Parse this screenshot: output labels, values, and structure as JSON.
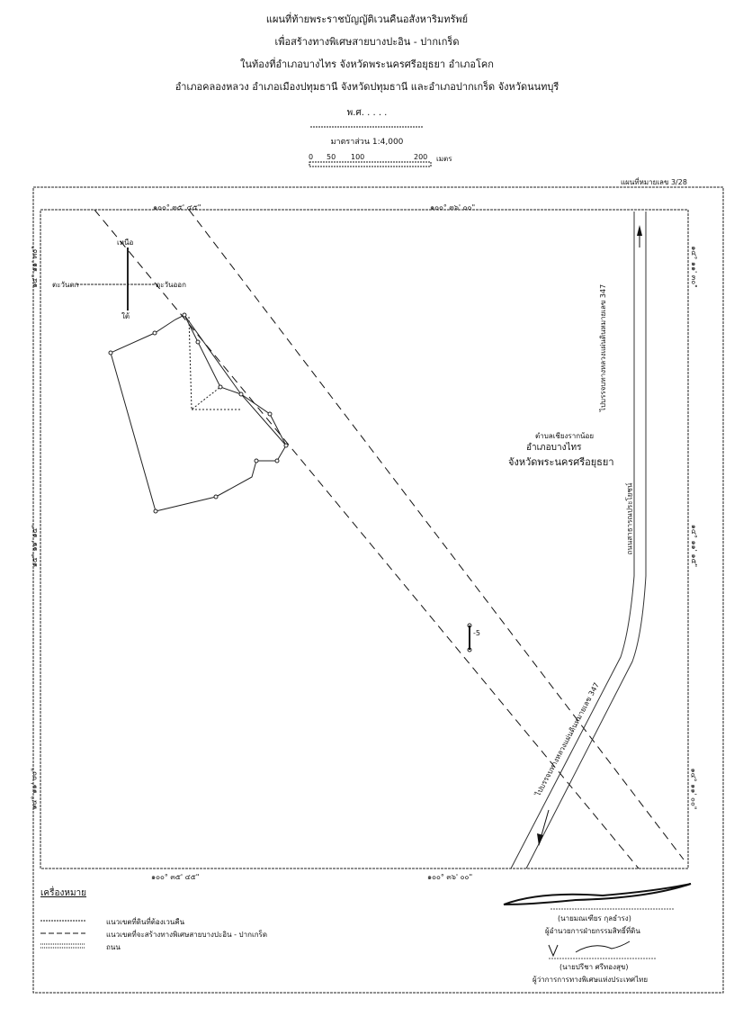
{
  "header": {
    "line1": "แผนที่ท้ายพระราชบัญญัติเวนคืนอสังหาริมทรัพย์",
    "line2": "เพื่อสร้างทางพิเศษสายบางปะอิน - ปากเกร็ด",
    "line3": "ในท้องที่อำเภอบางไทร จังหวัดพระนครศรีอยุธยา อำเภอโคก",
    "line4": "อำเภอคลองหลวง อำเภอเมืองปทุมธานี จังหวัดปทุมธานี และอำเภอปากเกร็ด จังหวัดนนทบุรี",
    "year": "พ.ศ. . . . .",
    "scale": "มาตราส่วน 1:4,000",
    "scalebar": {
      "t0": "0",
      "t1": "50",
      "t2": "100",
      "t3": "200",
      "unit": "เมตร"
    },
    "sheet": "แผนที่หมายเลข 3/28"
  },
  "map": {
    "top_coords": [
      "๑๐๐° ๓๕' ๔๕\"",
      "๑๐๐° ๓๖' ๐๐\""
    ],
    "bottom_coords": [
      "๑๐๐° ๓๕' ๔๕\"",
      "๑๐๐° ๓๖' ๐๐\""
    ],
    "left_coords": [
      "๑๔° ๑๑' ๓๐\"",
      "๑๔° ๑๑' ๑๕\"",
      "๑๔° ๑๑' ๐๐\""
    ],
    "right_coords": [
      "๑๔° ๑๑' ๓๐\"",
      "๑๔° ๑๑' ๑๕\"",
      "๑๔° ๑๑' ๐๐\""
    ],
    "compass": {
      "n": "เหนือ",
      "s": "ใต้",
      "w": "ตะวันตก",
      "e": "ตะวันออก"
    },
    "area": {
      "sub": "ตำบลเชียงรากน้อย",
      "district": "อำเภอบางไทร",
      "province": "จังหวัดพระนครศรีอยุธยา"
    },
    "road_label_1": "ไปบรรจบทางหลวงแผ่นดินหมายเลข 347",
    "road_label_2": "ถนนสาธารณประโยชน์",
    "road_label_3": "ไปบรรจบทางหลวงแผ่นดินหมายเลข 347",
    "point": "-5"
  },
  "legend": {
    "title": "เครื่องหมาย",
    "items": [
      "แนวเขตที่ดินที่ต้องเวนคืน",
      "แนวเขตที่จะสร้างทางพิเศษสายบางปะอิน - ปากเกร็ด",
      "ถนน"
    ]
  },
  "signatures": [
    {
      "name": "(นายมณเฑียร กุลธำรง)",
      "title": "ผู้อำนวยการฝ่ายกรรมสิทธิ์ที่ดิน"
    },
    {
      "name": "(นายปรีชา ศรีทองสุข)",
      "title": "ผู้ว่าการการทางพิเศษแห่งประเทศไทย"
    }
  ]
}
